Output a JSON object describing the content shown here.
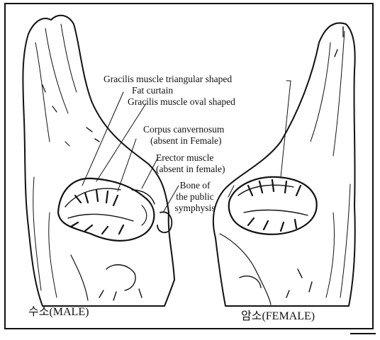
{
  "figure": {
    "labels": {
      "gracilis_triangular": "Gracilis muscle triangular shaped",
      "fat_curtain": "Fat curtain",
      "gracilis_oval": "Gracilis muscle oval shaped",
      "corpus_line1": "Corpus canvernosum",
      "corpus_line2": "(absent in Female)",
      "erector_line1": "Erector muscle",
      "erector_line2": "(absent in female)",
      "bone_line1": "Bone of",
      "bone_line2": "the public",
      "bone_line3": "symphysis"
    },
    "captions": {
      "male": "수소(MALE)",
      "female": "암소(FEMALE)"
    }
  }
}
